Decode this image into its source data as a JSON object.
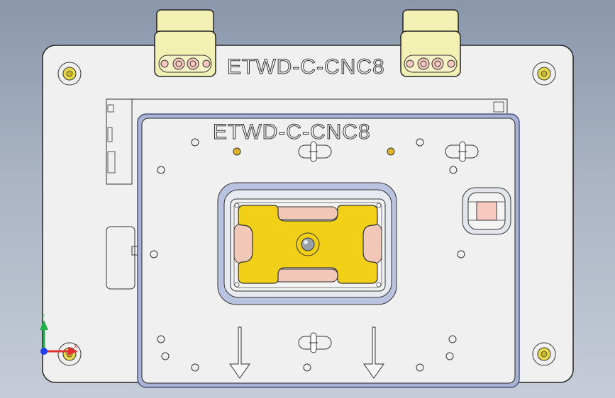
{
  "drawing": {
    "base_plate_engraving": "ETWD-C-CNC8",
    "top_plate_engraving": "ETWD-C-CNC8"
  },
  "triad": {
    "y_label": "Y",
    "x_label": "X",
    "y_color": "#22b14c",
    "x_color": "#e03030",
    "z_color": "#1f3fff"
  },
  "colors": {
    "background_top": "#8a97ab",
    "background_bottom": "#c6ccd8",
    "plate": "#f0f0f0",
    "plate_edge": "#6b7aa8",
    "clamp": "#f3f0b4",
    "handle": "#5b5048",
    "nest": "#f2d018",
    "pad": "#f1c8b8"
  }
}
